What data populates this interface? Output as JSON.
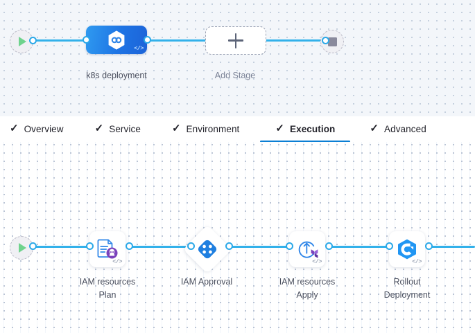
{
  "stage_canvas": {
    "start_node": {
      "name": "start-node",
      "icon": "play-icon"
    },
    "end_node": {
      "name": "end-node",
      "icon": "stop-icon"
    },
    "stage": {
      "label": "k8s deployment",
      "icon": "kubernetes-hexagon-icon",
      "code_glyph": "</>"
    },
    "add_stage": {
      "label": "Add Stage",
      "icon": "plus-icon"
    }
  },
  "tabs": [
    {
      "label": "Overview",
      "icon": "check-icon",
      "complete": true,
      "active": false
    },
    {
      "label": "Service",
      "icon": "check-icon",
      "complete": true,
      "active": false
    },
    {
      "label": "Environment",
      "icon": "check-icon",
      "complete": true,
      "active": false
    },
    {
      "label": "Execution",
      "icon": "check-icon",
      "complete": true,
      "active": true
    },
    {
      "label": "Advanced",
      "icon": "check-icon",
      "complete": true,
      "active": false
    }
  ],
  "execution_canvas": {
    "start_node": {
      "name": "start-node",
      "icon": "play-icon"
    },
    "steps": [
      {
        "label": "IAM resources\nPlan",
        "icon": "terraform-plan-document-icon",
        "shape": "square",
        "code_glyph": "</>"
      },
      {
        "label": "IAM Approval",
        "icon": "harness-approval-icon",
        "shape": "diamond",
        "code_glyph": ""
      },
      {
        "label": "IAM resources\nApply",
        "icon": "terraform-apply-icon",
        "shape": "square",
        "code_glyph": "</>"
      },
      {
        "label": "Rollout\nDeployment",
        "icon": "kubernetes-rollout-icon",
        "shape": "square",
        "code_glyph": "</>"
      }
    ]
  },
  "colors": {
    "wire": "#33b1ea",
    "port_stroke": "#2aa8e8",
    "active_tab_underline": "#0b7fd4",
    "stage_gradient_from": "#2f9af0",
    "stage_gradient_to": "#1c63d8",
    "play_green": "#6fd38d",
    "stop_gray": "#8a8a9c",
    "label_text": "#4a4f5e",
    "tab_text": "#22222a",
    "stage_canvas_bg": "#f3f6fa",
    "exec_canvas_bg": "#ffffff",
    "terraform_purple": "#7b42bc",
    "approval_blue": "#1f7fe0",
    "rollout_blue": "#2196f3"
  }
}
